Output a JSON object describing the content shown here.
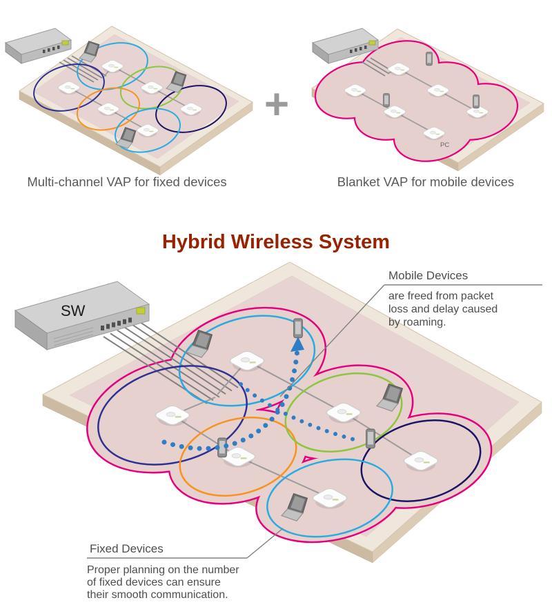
{
  "title": "Hybrid Wireless System",
  "plus_sign": "+",
  "captions": {
    "left": "Multi-channel VAP for fixed devices",
    "right": "Blanket VAP for mobile devices"
  },
  "labels": {
    "switch": "SW",
    "pc": "PC"
  },
  "annotations": {
    "mobile": {
      "heading": "Mobile Devices",
      "line1": "are freed from packet",
      "line2": "loss and delay caused",
      "line3": "by roaming."
    },
    "fixed": {
      "heading": "Fixed Devices",
      "line1": "Proper planning on the number",
      "line2": "of fixed devices can ensure",
      "line3": "their smooth communication."
    }
  },
  "colors": {
    "title_red": "#992200",
    "blanket_magenta": "#e6007e",
    "coverage_cyan": "#29abe2",
    "coverage_blue": "#2e3192",
    "coverage_navy": "#1b1464",
    "coverage_orange": "#f7931e",
    "coverage_green": "#8cc63f",
    "roaming_blue": "#2e7ec6",
    "caption_gray": "#595959",
    "text_gray": "#4d4d4d"
  }
}
